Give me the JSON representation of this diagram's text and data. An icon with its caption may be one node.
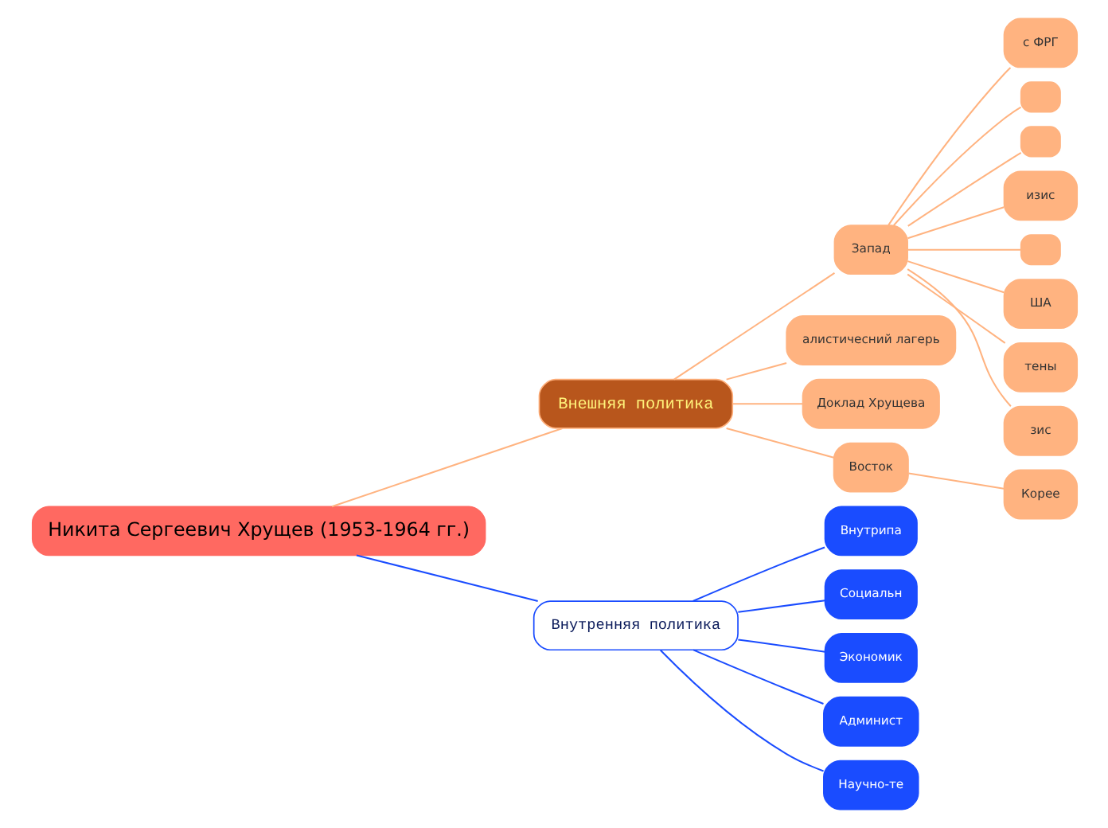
{
  "diagram": {
    "nodes": [
      {
        "text": [
          "Никита Сергеевич Хрущев (1953-1964 гг.)"
        ]
      },
      {
        "text": [
          "Внешняя политика"
        ]
      },
      {
        "text": [
          "Запад"
        ]
      },
      {
        "text": [
          "с ФРГ"
        ]
      },
      {
        "text": [],
        "shape": "box"
      },
      {
        "text": [],
        "shape": "box"
      },
      {
        "text": [
          "изис"
        ]
      },
      {
        "text": [],
        "shape": "box"
      },
      {
        "text": [
          "ША"
        ]
      },
      {
        "text": [
          "тены"
        ]
      },
      {
        "text": [
          "зис"
        ]
      },
      {
        "text": [
          "алистичесний лагерь"
        ]
      },
      {
        "text": [
          "Доклад Хрущева"
        ]
      },
      {
        "text": [
          "Восток"
        ]
      },
      {
        "text": [
          "Корее"
        ]
      },
      {
        "text": [
          "Внутренняя политика"
        ]
      },
      {
        "text": [
          "Внутрипа"
        ]
      },
      {
        "text": [
          "Социальн"
        ]
      },
      {
        "text": [
          "Экономик"
        ]
      },
      {
        "text": [
          "Админист"
        ]
      },
      {
        "text": [
          "Научно-те"
        ]
      }
    ],
    "edges": [
      {
        "from": 0,
        "to": 1,
        "arrow": "none"
      },
      {
        "from": 1,
        "to": 2,
        "arrow": "none"
      },
      {
        "from": 2,
        "to": 3,
        "arrow": "none"
      },
      {
        "from": 2,
        "to": 4,
        "arrow": "none"
      },
      {
        "from": 2,
        "to": 5,
        "arrow": "none"
      },
      {
        "from": 2,
        "to": 6,
        "arrow": "none"
      },
      {
        "from": 2,
        "to": 7,
        "arrow": "none"
      },
      {
        "from": 2,
        "to": 8,
        "arrow": "none"
      },
      {
        "from": 2,
        "to": 9,
        "arrow": "none"
      },
      {
        "from": 2,
        "to": 10,
        "arrow": "none"
      },
      {
        "from": 1,
        "to": 11,
        "arrow": "none"
      },
      {
        "from": 1,
        "to": 12,
        "arrow": "none"
      },
      {
        "from": 1,
        "to": 13,
        "arrow": "none"
      },
      {
        "from": 13,
        "to": 14,
        "arrow": "none"
      },
      {
        "from": 0,
        "to": 15,
        "arrow": "none",
        "color": "#1a4cff"
      },
      {
        "from": 15,
        "to": 16,
        "arrow": "none",
        "color": "#1a4cff"
      },
      {
        "from": 15,
        "to": 17,
        "arrow": "none",
        "color": "#1a4cff"
      },
      {
        "from": 15,
        "to": 18,
        "arrow": "none",
        "color": "#1a4cff"
      },
      {
        "from": 15,
        "to": 19,
        "arrow": "none",
        "color": "#1a4cff"
      },
      {
        "from": 15,
        "to": 20,
        "arrow": "none",
        "color": "#1a4cff"
      }
    ]
  }
}
